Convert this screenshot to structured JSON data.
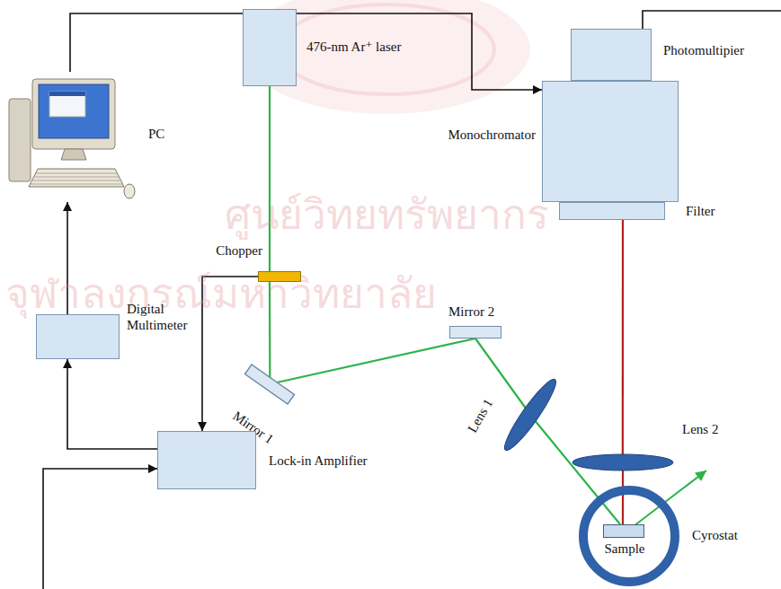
{
  "diagram": {
    "nodes": [
      {
        "text": [
          "PC"
        ]
      },
      {
        "text": [
          "476-nm Ar⁺ laser"
        ]
      },
      {
        "text": [
          "Photomultipier"
        ]
      },
      {
        "text": [
          "Monochromator"
        ]
      },
      {
        "text": [
          "Filter"
        ]
      },
      {
        "text": [
          "Chopper"
        ]
      },
      {
        "text": [
          "Mirror 2"
        ]
      },
      {
        "text": [
          "Digital Multimeter"
        ]
      },
      {
        "text": [
          "Mirror 1"
        ]
      },
      {
        "text": [
          "Lens 1"
        ]
      },
      {
        "text": [
          "Lens 2"
        ]
      },
      {
        "text": [
          "Cyrostat"
        ]
      },
      {
        "text": [
          "Sample"
        ],
        "in": 11
      },
      {
        "text": [
          "Lock-in Amplifier"
        ]
      }
    ],
    "edges": [
      {
        "from": 0,
        "to": 3,
        "arrow": "to"
      },
      {
        "from": 2,
        "to": 13,
        "arrow": "to"
      },
      {
        "from": 5,
        "to": 13,
        "arrow": "to"
      },
      {
        "from": 13,
        "to": 7,
        "arrow": "to"
      },
      {
        "from": 7,
        "to": 0,
        "arrow": "to"
      },
      {
        "from": 1,
        "to": 5,
        "arrow": "none"
      },
      {
        "from": 5,
        "to": 8,
        "arrow": "none"
      },
      {
        "from": 8,
        "to": 6,
        "arrow": "none"
      },
      {
        "from": 6,
        "to": 9,
        "arrow": "none"
      },
      {
        "from": 9,
        "to": 12,
        "arrow": "none"
      },
      {
        "from": 12,
        "to": 10,
        "arrow": "none"
      },
      {
        "from": 10,
        "to": 4,
        "arrow": "none"
      }
    ],
    "labels": [
      "ศูนย์วิทยทรัพยากร",
      "จุฬาลงกรณ์มหาวิทยาลัย"
    ]
  }
}
